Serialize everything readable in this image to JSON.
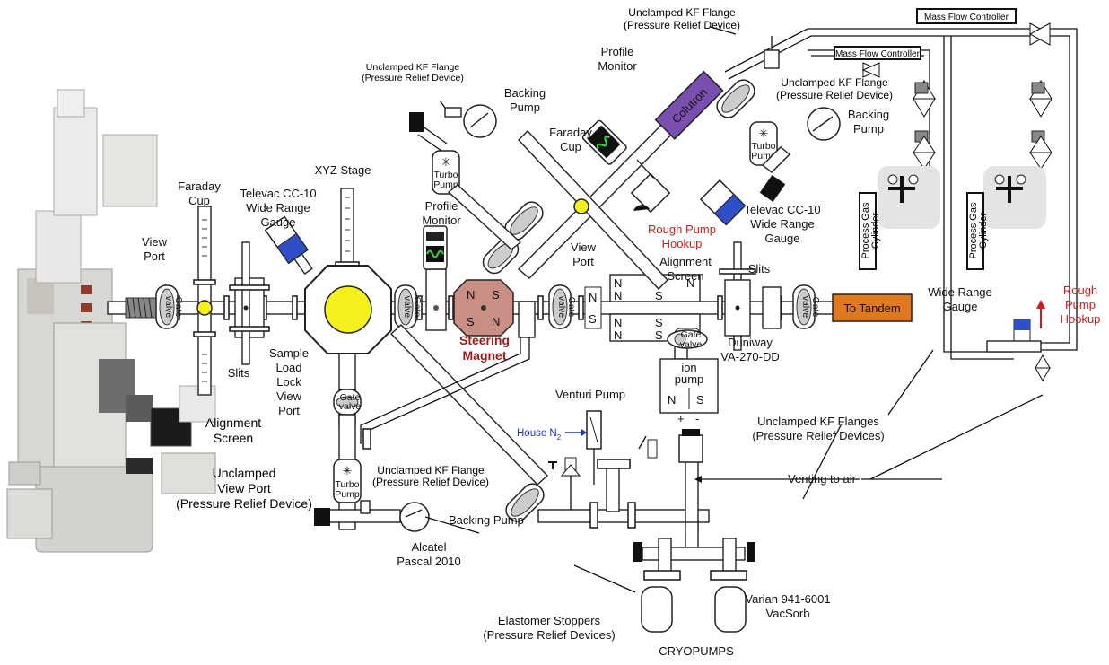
{
  "labels": {
    "unclamped_kf_top": [
      "Unclamped KF Flange",
      "(Pressure Relief Device)"
    ],
    "mass_flow_1": "Mass Flow Controller",
    "mass_flow_2": "Mass Flow Controller",
    "profile_monitor_top": [
      "Profile",
      "Monitor"
    ],
    "unclamped_kf_left": [
      "Unclamped KF Flange",
      "(Pressure Relief Device)"
    ],
    "backing_pump_left": [
      "Backing",
      "Pump"
    ],
    "colutron": "Colutron",
    "unclamped_kf_right": [
      "Unclamped KF Flange",
      "(Pressure Relief Device)"
    ],
    "backing_pump_right": [
      "Backing",
      "Pump"
    ],
    "faraday_cup_top": [
      "Faraday",
      "Cup"
    ],
    "turbo_pump": [
      "Turbo",
      "Pump"
    ],
    "gate_valve": [
      "Gate",
      "valve"
    ],
    "xyz_stage": "XYZ Stage",
    "faraday_cup_left": [
      "Faraday",
      "Cup"
    ],
    "televac_left": [
      "Televac CC-10",
      "Wide Range",
      "Gauge"
    ],
    "view_port_left": [
      "View",
      "Port"
    ],
    "profile_monitor_mid": [
      "Profile",
      "Monitor"
    ],
    "rough_pump_hookup_top": [
      "Rough Pump",
      "Hookup"
    ],
    "televac_right": [
      "Televac CC-10",
      "Wide Range",
      "Gauge"
    ],
    "view_port_mid": [
      "View",
      "Port"
    ],
    "alignment_screen_mid": [
      "Alignment",
      "Screen"
    ],
    "slits_right": "Slits",
    "process_gas_cylinder": [
      "Process Gas",
      "Cylinder"
    ],
    "to_tandem": "To Tandem",
    "wide_range_gauge": [
      "Wide Range",
      "Gauge"
    ],
    "rough_pump_hookup_right": [
      "Rough",
      "Pump",
      "Hookup"
    ],
    "slits_left": "Slits",
    "sample_load_lock": [
      "Sample",
      "Load",
      "Lock",
      "View",
      "Port"
    ],
    "steering_magnet": [
      "Steering",
      "Magnet"
    ],
    "ion_pump": [
      "ion",
      "pump"
    ],
    "duniway": [
      "Duniway",
      "VA-270-DD"
    ],
    "venturi_pump": "Venturi Pump",
    "house_n2": "House N",
    "house_n2_sub": "2",
    "alignment_screen_left": [
      "Alignment",
      "Screen"
    ],
    "unclamped_view_port": [
      "Unclamped",
      "View Port",
      "(Pressure Relief Device)"
    ],
    "unclamped_kf_bottom": [
      "Unclamped KF Flange",
      "(Pressure Relief Device)"
    ],
    "backing_pump_bottom": "Backing Pump",
    "alcatel": [
      "Alcatel",
      "Pascal 2010"
    ],
    "unclamped_kf_flanges": [
      "Unclamped KF Flanges",
      "(Pressure Relief Devices)"
    ],
    "venting_to_air": "Venting to air",
    "varian": [
      "Varian 941-6001",
      "VacSorb"
    ],
    "elastomer_stoppers": [
      "Elastomer Stoppers",
      "(Pressure Relief Devices)"
    ],
    "cryopumps": "CRYOPUMPS",
    "magnet_poles": [
      "N",
      "S"
    ],
    "ion_pump_poles": [
      "N",
      "S",
      "+",
      "-"
    ]
  },
  "colors": {
    "sample_chamber": "#f5ef1c",
    "steering_magnet": "#c98e84",
    "steering_magnet_text": "#9b1b1b",
    "to_tandem": "#e0781e",
    "colutron": "#7b4fb0",
    "gauge_blue": "#2f4fc8",
    "profile_monitor_green": "#3bd63b",
    "rough_pump_red": "#d21b1b"
  }
}
